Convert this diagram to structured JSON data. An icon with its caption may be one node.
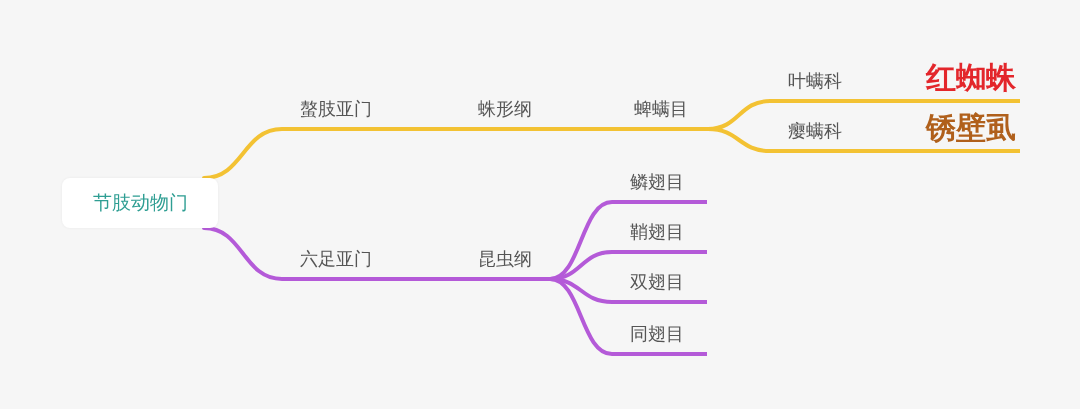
{
  "diagram": {
    "nodes": [
      {
        "text": [
          "节肢动物门"
        ]
      },
      {
        "text": [
          "螯肢亚门"
        ]
      },
      {
        "text": [
          "蛛形纲"
        ]
      },
      {
        "text": [
          "蜱螨目"
        ]
      },
      {
        "text": [
          "叶螨科",
          "红蜘蛛"
        ]
      },
      {
        "text": [
          "瘿螨科",
          "锈壁虱"
        ]
      },
      {
        "text": [
          "六足亚门"
        ]
      },
      {
        "text": [
          "昆虫纲"
        ]
      },
      {
        "text": [
          "鳞翅目"
        ]
      },
      {
        "text": [
          "鞘翅目"
        ]
      },
      {
        "text": [
          "双翅目"
        ]
      },
      {
        "text": [
          "同翅目"
        ]
      }
    ],
    "edges": [
      {
        "from": 0,
        "to": 1,
        "arrow": "none",
        "color": "#f3c233"
      },
      {
        "from": 1,
        "to": 2,
        "arrow": "none",
        "color": "#f3c233"
      },
      {
        "from": 2,
        "to": 3,
        "arrow": "none",
        "color": "#f3c233"
      },
      {
        "from": 3,
        "to": 4,
        "arrow": "none",
        "color": "#f3c233"
      },
      {
        "from": 3,
        "to": 5,
        "arrow": "none",
        "color": "#f3c233"
      },
      {
        "from": 0,
        "to": 6,
        "arrow": "none",
        "color": "#b45ad8"
      },
      {
        "from": 6,
        "to": 7,
        "arrow": "none",
        "color": "#b45ad8"
      },
      {
        "from": 7,
        "to": 8,
        "arrow": "none",
        "color": "#b45ad8"
      },
      {
        "from": 7,
        "to": 9,
        "arrow": "none",
        "color": "#b45ad8"
      },
      {
        "from": 7,
        "to": 10,
        "arrow": "none",
        "color": "#b45ad8"
      },
      {
        "from": 7,
        "to": 11,
        "arrow": "none",
        "color": "#b45ad8"
      }
    ]
  }
}
